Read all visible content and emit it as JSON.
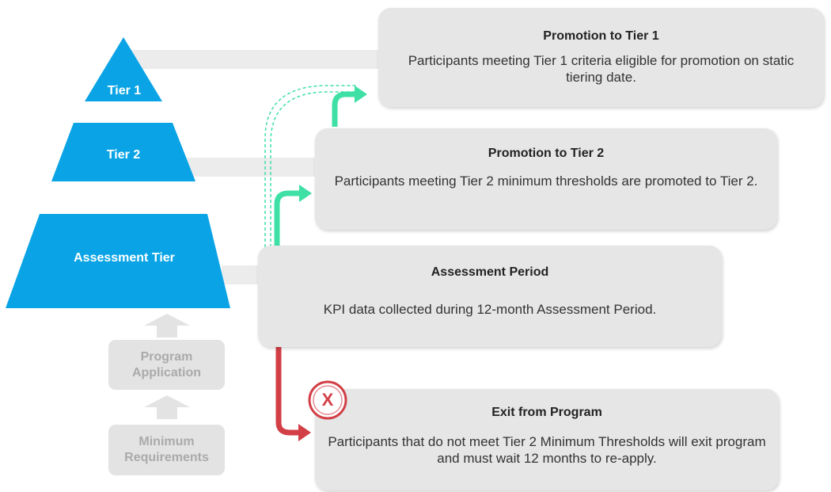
{
  "pyramid": {
    "tier1": "Tier 1",
    "tier2": "Tier 2",
    "assessment": "Assessment Tier"
  },
  "entry_steps": {
    "program_application": "Program Application",
    "minimum_requirements": "Minimum Requirements"
  },
  "boxes": {
    "promotion_tier1": {
      "title": "Promotion to Tier 1",
      "description": "Participants meeting Tier 1 criteria eligible for promotion on static tiering date."
    },
    "promotion_tier2": {
      "title": "Promotion to Tier 2",
      "description": "Participants meeting Tier 2 minimum thresholds are  promoted to Tier 2."
    },
    "assessment_period": {
      "title": "Assessment Period",
      "description": "KPI data collected during 12-month Assessment Period."
    },
    "exit_program": {
      "title": "Exit from Program",
      "description": "Participants that do not meet Tier 2 Minimum Thresholds will exit program and must wait 12 months to re-apply.",
      "icon_mark": "X"
    }
  },
  "colors": {
    "tier_blue": "#0aa4e6",
    "promote_green": "#3fe0a6",
    "exit_red": "#d23f46",
    "box_gray": "#e6e6e6",
    "connector_gray": "#ececec",
    "step_gray": "#e3e3e3",
    "step_text": "#aaaaaa"
  },
  "icons": {
    "exit_icon": "x-circle-icon",
    "entry_arrows": "up-arrow-icon"
  }
}
